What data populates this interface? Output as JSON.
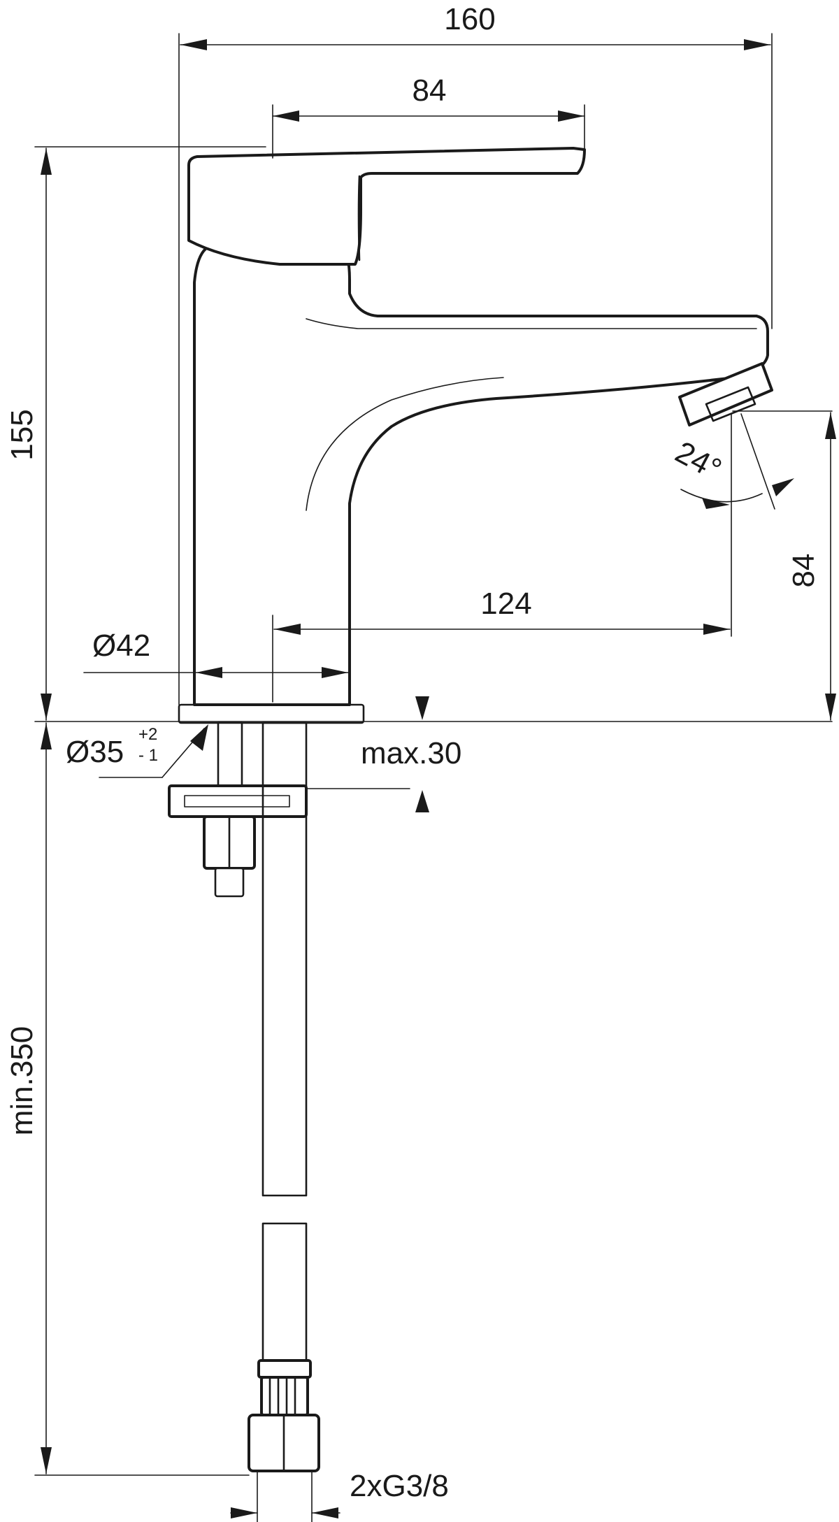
{
  "dimensions": {
    "overall_width": "160",
    "lever_reach": "84",
    "overall_height": "155",
    "spout_height": "84",
    "spout_reach": "124",
    "body_diameter": "Ø42",
    "hole_diameter": "Ø35",
    "hole_tolerance_upper": "+2",
    "hole_tolerance_lower": "- 1",
    "deck_thickness": "max.30",
    "hose_length": "min.350",
    "connection": "2xG3/8",
    "outlet_angle": "24°"
  }
}
